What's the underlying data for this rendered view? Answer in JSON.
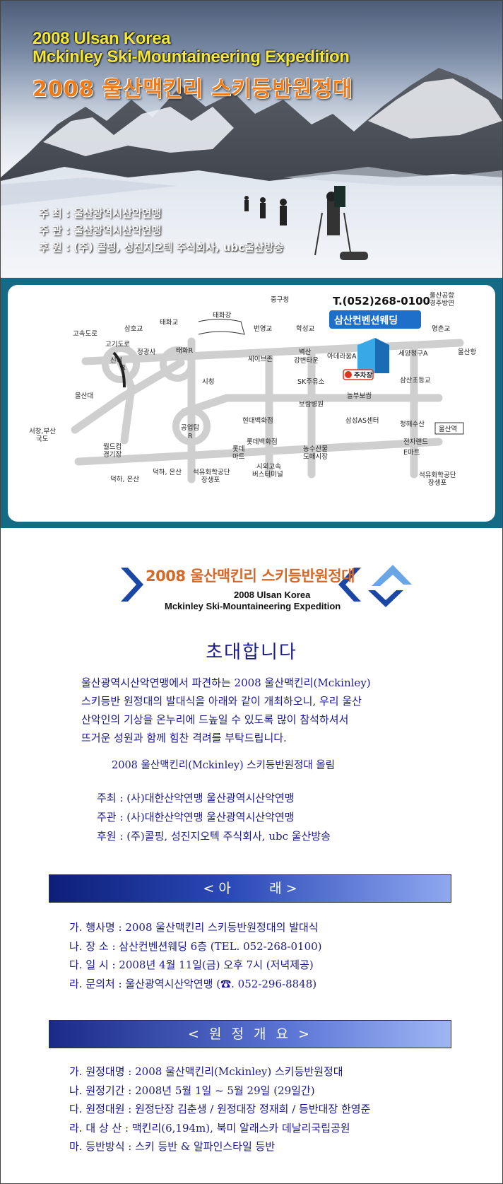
{
  "hero": {
    "title_en_line1": "2008 Ulsan Korea",
    "title_en_line2": "Mckinley Ski-Mountaineering Expedition",
    "title_ko": "2008 울산맥킨리 스키등반원정대",
    "host": "주 최 : 울산광역시산악연맹",
    "organizer": "주 관 : 울산광역시산악연맹",
    "sponsor": "후 원 : (주) 콜핑, 성진지오텍 주식회사, ubc울산방송"
  },
  "map": {
    "phone": "T.(052)268-0100",
    "venue": "삼산컨벤션웨딩",
    "labels": {
      "highway": "고속도로",
      "samho": "삼호교",
      "taehwa_bridge": "태화교",
      "taehwa_river": "태화강",
      "junggu": "중구청",
      "airport": "울산공항",
      "gyeongju": "경주방면",
      "goji": "고기도로",
      "jeonggwang": "정광사",
      "sinbok": "신복",
      "sinbok_r": "R",
      "taehwa_r": "태화R",
      "bunyeong": "번영교",
      "hakseong": "학성교",
      "myeongchon": "명촌교",
      "ulsan_port": "울산항",
      "ulsan_univ": "울산대",
      "seoibrzone": "세이브존",
      "byeoksan": "벽산",
      "gangbyeon": "강변타운",
      "adaera": "아데라움A",
      "seyang": "세양청구A",
      "parking": "주차장",
      "city_hall": "시청",
      "sk": "SK주유소",
      "samsan_school": "삼산초등교",
      "boram": "보람병원",
      "nolbu": "놀부보쌈",
      "hyundai": "현대백화점",
      "samsung": "삼성AS센터",
      "cheonghae": "청해수산",
      "busan": "서창,부산",
      "national_road": "국도",
      "gongeoptap": "공업탑",
      "gongeoptap_r": "R",
      "lotte_dept": "롯데백화점",
      "lotte_mart1": "롯데",
      "lotte_mart2": "마트",
      "nongsusan1": "농수산물",
      "nongsusan2": "도매시장",
      "electronics": "전자랜드",
      "emart": "E마트",
      "ulsan_station": "울산역",
      "worldcup1": "월드컵",
      "worldcup2": "경기장",
      "deokha1": "덕하, 온산",
      "deokha2": "덕하, 온산",
      "terminal1": "시외고속",
      "terminal2": "버스터미널",
      "petro1": "석유화학공단",
      "petro2": "장생포",
      "petro3": "석유화학공단",
      "petro4": "장생포"
    }
  },
  "banner": {
    "ko": "2008 울산맥킨리 스키등반원정대",
    "en1": "2008 Ulsan Korea",
    "en2": "Mckinley Ski-Mountaineering Expedition"
  },
  "invite": {
    "title": "초대합니다",
    "lines": [
      "울산광역시산악연맹에서 파견하는 2008 울산맥킨리(Mckinley)",
      "스키등반 원정대의 발대식을 아래와 같이 개최하오니, 우리 울산",
      "산악인의 기상을 온누리에 드높일 수 있도록 많이 참석하셔서",
      "뜨거운 성원과 함께 힘찬 격려를 부탁드립니다."
    ],
    "signature": "2008 울산맥킨리(Mckinley) 스키등반원정대 올림",
    "host": "주최 : (사)대한산악연맹 울산광역시산악연맹",
    "organizer": "주관 : (사)대한산악연맹 울산광역시산악연맹",
    "sponsor": "후원 : (주)콜핑, 성진지오텍 주식회사, ubc 울산방송"
  },
  "section1": {
    "header": "< 아         래 >",
    "items": [
      "가. 행사명 : 2008 울산맥킨리 스키등반원정대의 발대식",
      "나. 장   소 : 삼산컨벤션웨딩 6층 (TEL. 052-268-0100)",
      "다. 일   시 : 2008년 4월 11일(금)  오후 7시 (저녁제공)",
      "라. 문의처 : 울산광역시산악연맹 (☎. 052-296-8848)"
    ]
  },
  "section2": {
    "header": "< 원 정 개 요 >",
    "items": [
      "가. 원정대명 : 2008 울산맥킨리(Mckinley) 스키등반원정대",
      "나. 원정기간 : 2008년 5월 1일 ~ 5월 29일 (29일간)",
      "다. 원정대원 : 원정단장 김춘생 / 원정대장 정재희 / 등반대장 한영준",
      "라. 대 상 산  : 맥킨리(6,194m), 북미 알래스카 데날리국립공원",
      "마. 등반방식 : 스키 등반 & 알파인스타일 등반"
    ]
  },
  "colors": {
    "heading_text": "#1a1a8a",
    "bar_dark": "#0d1f78",
    "bar_light": "#8fa8f0",
    "map_frame": "#156b85",
    "venue_box": "#1e6fc9",
    "title_orange": "#ee7a18",
    "title_yellow": "#f3e73a"
  }
}
